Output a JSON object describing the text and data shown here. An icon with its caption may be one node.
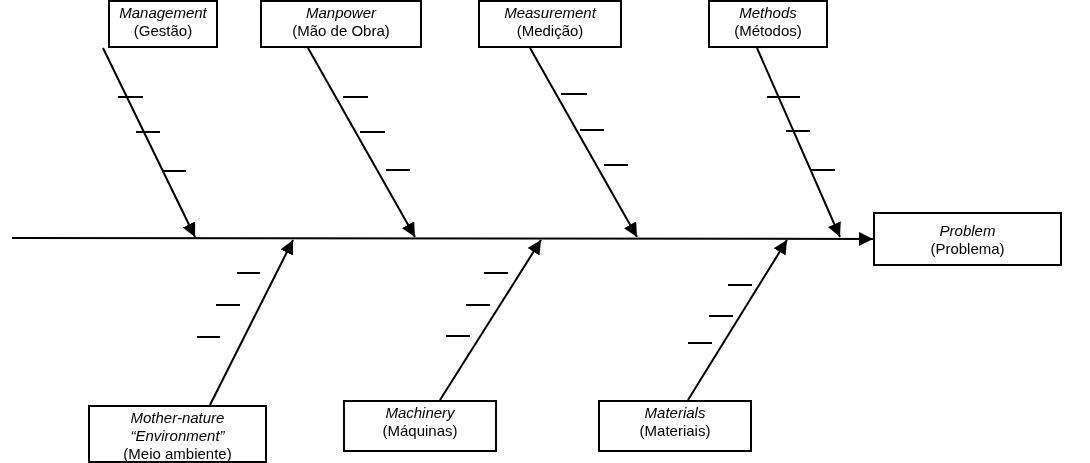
{
  "diagram": {
    "nodes": [
      {
        "text": [
          "Management",
          "(Gestão)"
        ]
      },
      {
        "text": [
          "Manpower",
          "(Mão de Obra)"
        ]
      },
      {
        "text": [
          "Measurement",
          "(Medição)"
        ]
      },
      {
        "text": [
          "Methods",
          "(Métodos)"
        ]
      },
      {
        "text": [
          "Mother-nature “Environment”",
          "(Meio ambiente)"
        ]
      },
      {
        "text": [
          "Machinery",
          "(Máquinas)"
        ]
      },
      {
        "text": [
          "Materials",
          "(Materiais)"
        ]
      },
      {
        "text": [
          "Problem",
          "(Problema)"
        ]
      }
    ],
    "edges": [
      {
        "from": null,
        "to": 7,
        "arrow": "to"
      },
      {
        "from": 0,
        "to": null,
        "arrow": "to"
      },
      {
        "from": 1,
        "to": null,
        "arrow": "to"
      },
      {
        "from": 2,
        "to": null,
        "arrow": "to"
      },
      {
        "from": 3,
        "to": null,
        "arrow": "to"
      },
      {
        "from": 4,
        "to": null,
        "arrow": "to"
      },
      {
        "from": 5,
        "to": null,
        "arrow": "to"
      },
      {
        "from": 6,
        "to": null,
        "arrow": "to"
      }
    ]
  }
}
